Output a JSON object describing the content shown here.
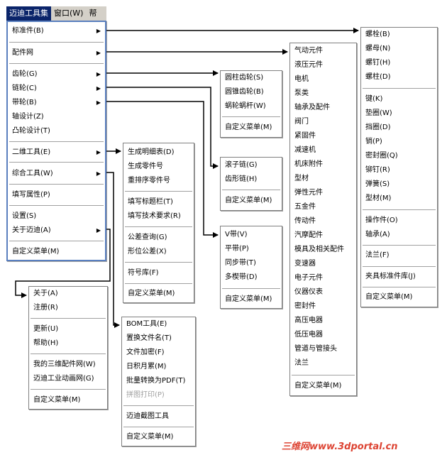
{
  "menubar": {
    "tool": "迈迪工具集",
    "window": "窗口(W)",
    "help": "帮"
  },
  "main_menu": {
    "standard": "标准件(B)",
    "parts_net": "配件网",
    "gear": "齿轮(G)",
    "chain": "链轮(C)",
    "belt": "带轮(B)",
    "shaft": "轴设计(Z)",
    "cam": "凸轮设计(T)",
    "twod": "二维工具(E)",
    "combo": "综合工具(W)",
    "fill": "填写属性(P)",
    "settings": "设置(S)",
    "about": "关于迈迪(A)",
    "custom": "自定义菜单(M)"
  },
  "about_menu": {
    "about": "关于(A)",
    "register": "注册(R)",
    "update": "更新(U)",
    "help": "帮助(H)",
    "my3d": "我的三维配件网(W)",
    "anim": "迈迪工业动画网(G)",
    "custom": "自定义菜单(M)"
  },
  "twod_menu": {
    "bom_table": "生成明细表(D)",
    "gen_part_no": "生成零件号",
    "resort_part_no": "重排序零件号",
    "title_bar": "填写标题栏(T)",
    "tech_req": "填写技术要求(R)",
    "tol_query": "公差查询(G)",
    "form_tol": "形位公差(X)",
    "symbol_lib": "符号库(F)",
    "custom": "自定义菜单(M)"
  },
  "combo_menu": {
    "bom": "BOM工具(E)",
    "replace": "置换文件名(T)",
    "encrypt": "文件加密(F)",
    "accum": "日积月累(M)",
    "pdf": "批量转换为PDF(T)",
    "print": "拼图打印(P)",
    "capture": "迈迪截图工具",
    "custom": "自定义菜单(M)"
  },
  "gear_menu": {
    "cyl": "圆柱齿轮(S)",
    "bevel": "圆锥齿轮(B)",
    "worm": "蜗轮蜗杆(W)",
    "custom": "自定义菜单(M)"
  },
  "chain_menu": {
    "roller": "滚子链(G)",
    "tooth": "齿形链(H)",
    "custom": "自定义菜单(M)"
  },
  "belt_menu": {
    "v": "V带(V)",
    "flat": "平带(P)",
    "sync": "同步带(T)",
    "multi": "多楔带(D)",
    "custom": "自定义菜单(M)"
  },
  "parts_menu": {
    "items": [
      "气动元件",
      "液压元件",
      "电机",
      "泵类",
      "轴承及配件",
      "阀门",
      "紧固件",
      "减速机",
      "机床附件",
      "型材",
      "弹性元件",
      "五金件",
      "传动件",
      "汽摩配件",
      "模具及相关配件",
      "变速器",
      "电子元件",
      "仪器仪表",
      "密封件",
      "高压电器",
      "低压电器",
      "管道与管接头",
      "法兰"
    ],
    "custom": "自定义菜单(M)"
  },
  "std_menu": {
    "items": [
      "螺栓(B)",
      "螺母(N)",
      "螺钉(H)",
      "螺柱(D)",
      "键(K)",
      "垫圈(W)",
      "挡圈(D)",
      "销(P)",
      "密封圈(Q)",
      "铆钉(R)",
      "弹簧(S)",
      "型材(M)",
      "操作件(O)",
      "轴承(A)",
      "法兰(F)",
      "夹具标准件库(J)"
    ],
    "custom": "自定义菜单(M)"
  },
  "watermark": "三维网www.3dportal.cn",
  "colors": {
    "menu_highlight": "#0a246a",
    "main_border": "#5a7fbf",
    "watermark": "#dd3333"
  }
}
